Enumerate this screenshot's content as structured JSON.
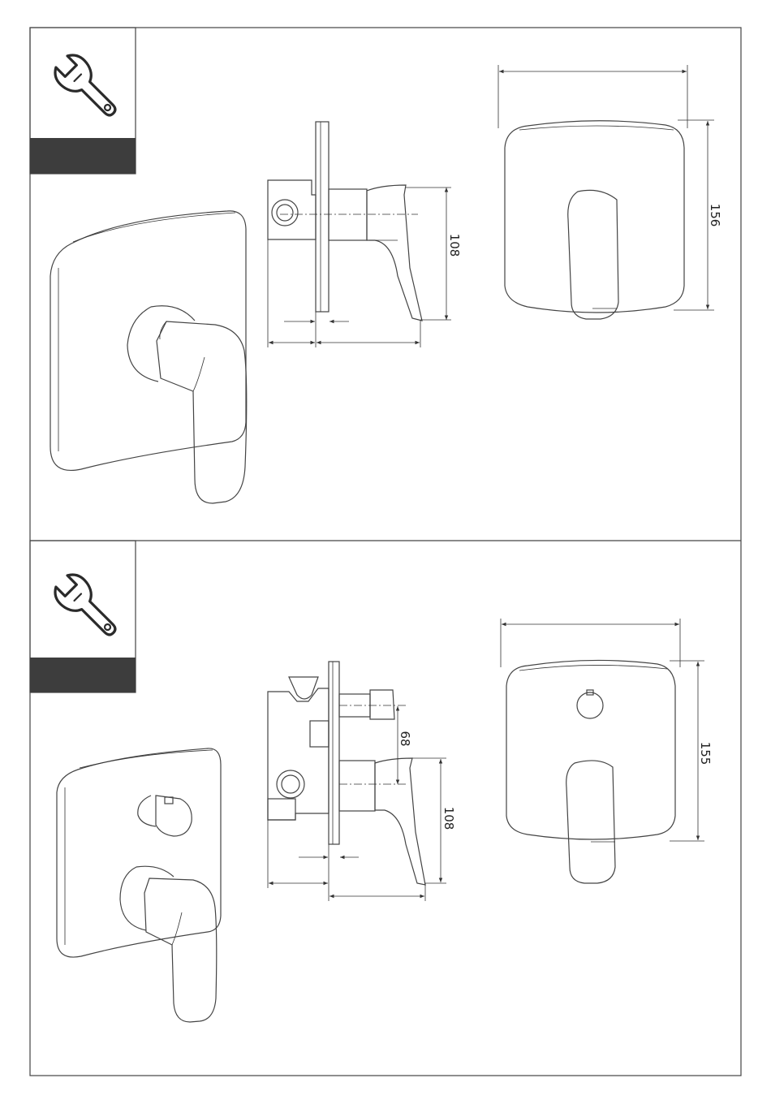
{
  "sections": [
    {
      "id": "mixer-single",
      "icon": "wrench-icon",
      "dimensions": {
        "plate_height": "156",
        "handle_height": "108"
      }
    },
    {
      "id": "mixer-diverter",
      "icon": "wrench-icon",
      "dimensions": {
        "plate_height": "155",
        "handle_height": "108",
        "spindle_spacing": "68"
      }
    }
  ],
  "colors": {
    "line": "#444444",
    "label_band": "#3d3d3d",
    "background": "#ffffff"
  }
}
